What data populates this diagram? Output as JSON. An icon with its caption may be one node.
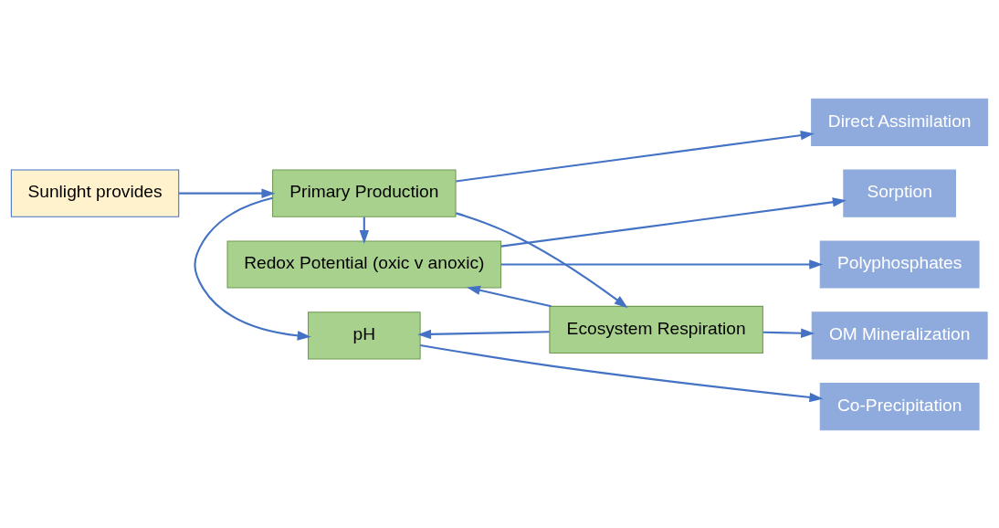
{
  "diagram": {
    "nodes": [
      {
        "text": [
          "Sunlight provides"
        ]
      },
      {
        "text": [
          "pH"
        ]
      },
      {
        "text": [
          "Primary Production"
        ]
      },
      {
        "text": [
          "Ecosystem Respiration"
        ]
      },
      {
        "text": [
          "Redox Potential (oxic v anoxic)"
        ]
      },
      {
        "text": [
          "Co-Precipitation"
        ]
      },
      {
        "text": [
          "OM Mineralization"
        ]
      },
      {
        "text": [
          "Direct Assimilation"
        ]
      },
      {
        "text": [
          "Sorption"
        ]
      },
      {
        "text": [
          "Polyphosphates"
        ]
      }
    ],
    "edges": [
      {
        "from": 0,
        "to": 2,
        "arrow": "to"
      },
      {
        "from": 2,
        "to": 1,
        "arrow": "to"
      },
      {
        "from": 3,
        "to": 1,
        "arrow": "to"
      },
      {
        "from": 2,
        "to": 3,
        "arrow": "to"
      },
      {
        "from": 2,
        "to": 4,
        "arrow": "to"
      },
      {
        "from": 3,
        "to": 4,
        "arrow": "to"
      },
      {
        "from": 2,
        "to": 7,
        "arrow": "to"
      },
      {
        "from": 1,
        "to": 5,
        "arrow": "to"
      },
      {
        "from": 3,
        "to": 6,
        "arrow": "to"
      },
      {
        "from": 4,
        "to": 8,
        "arrow": "to"
      },
      {
        "from": 4,
        "to": 9,
        "arrow": "to"
      }
    ]
  }
}
